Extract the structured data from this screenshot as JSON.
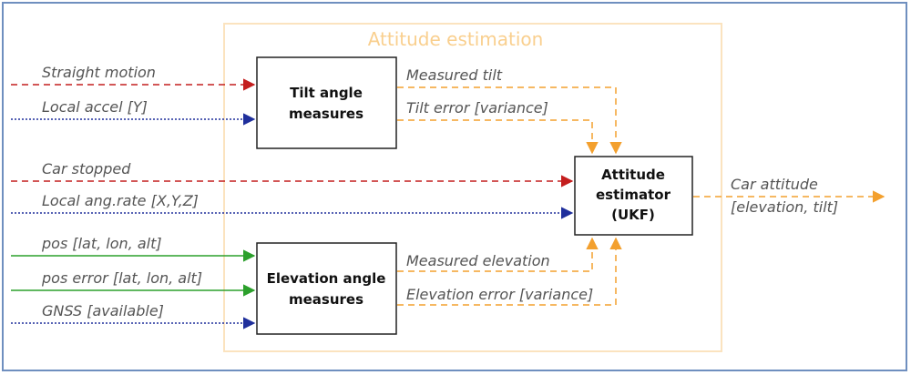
{
  "title": "Attitude estimation",
  "colors": {
    "red": "#c41e1e",
    "blue": "#1f2f9c",
    "green": "#2ca02c",
    "orange": "#f3a02e",
    "group_border": "#fbe3bf",
    "frame": "#6f8fbf"
  },
  "inputs": {
    "straight_motion": "Straight motion",
    "local_accel": "Local accel [Y]",
    "car_stopped": "Car stopped",
    "local_ang_rate": "Local ang.rate [X,Y,Z]",
    "pos": "pos [lat, lon, alt]",
    "pos_error": "pos error [lat, lon, alt]",
    "gnss": "GNSS [available]"
  },
  "blocks": {
    "tilt": {
      "line1": "Tilt angle",
      "line2": "measures"
    },
    "elevation": {
      "line1": "Elevation angle",
      "line2": "measures"
    },
    "estimator": {
      "line1": "Attitude",
      "line2": "estimator",
      "line3": "(UKF)"
    }
  },
  "signals": {
    "measured_tilt": "Measured tilt",
    "tilt_error": "Tilt error [variance]",
    "measured_elevation": "Measured elevation",
    "elevation_error": "Elevation error [variance]"
  },
  "output": {
    "line1": "Car attitude",
    "line2": "[elevation, tilt]"
  }
}
